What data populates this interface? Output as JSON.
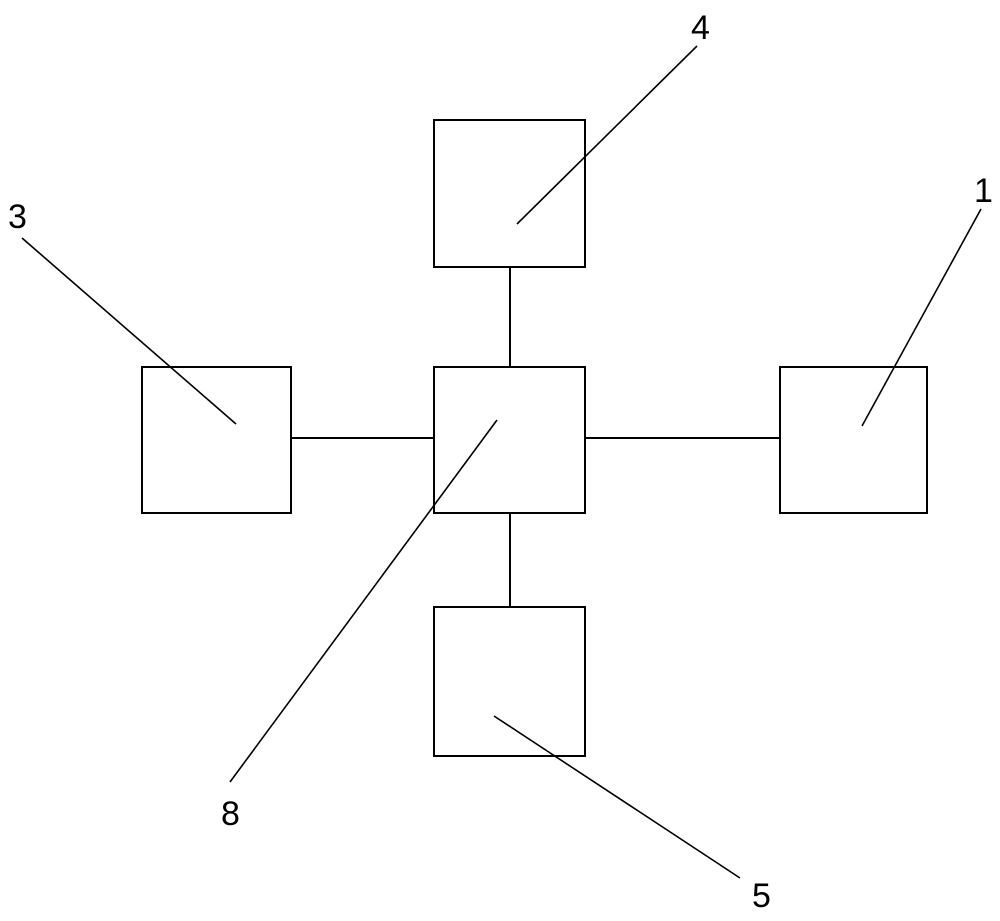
{
  "diagram": {
    "labels": {
      "top": "4",
      "left": "3",
      "right": "1",
      "center": "8",
      "bottom": "5"
    },
    "colors": {
      "stroke": "#000000",
      "background": "#ffffff"
    }
  }
}
